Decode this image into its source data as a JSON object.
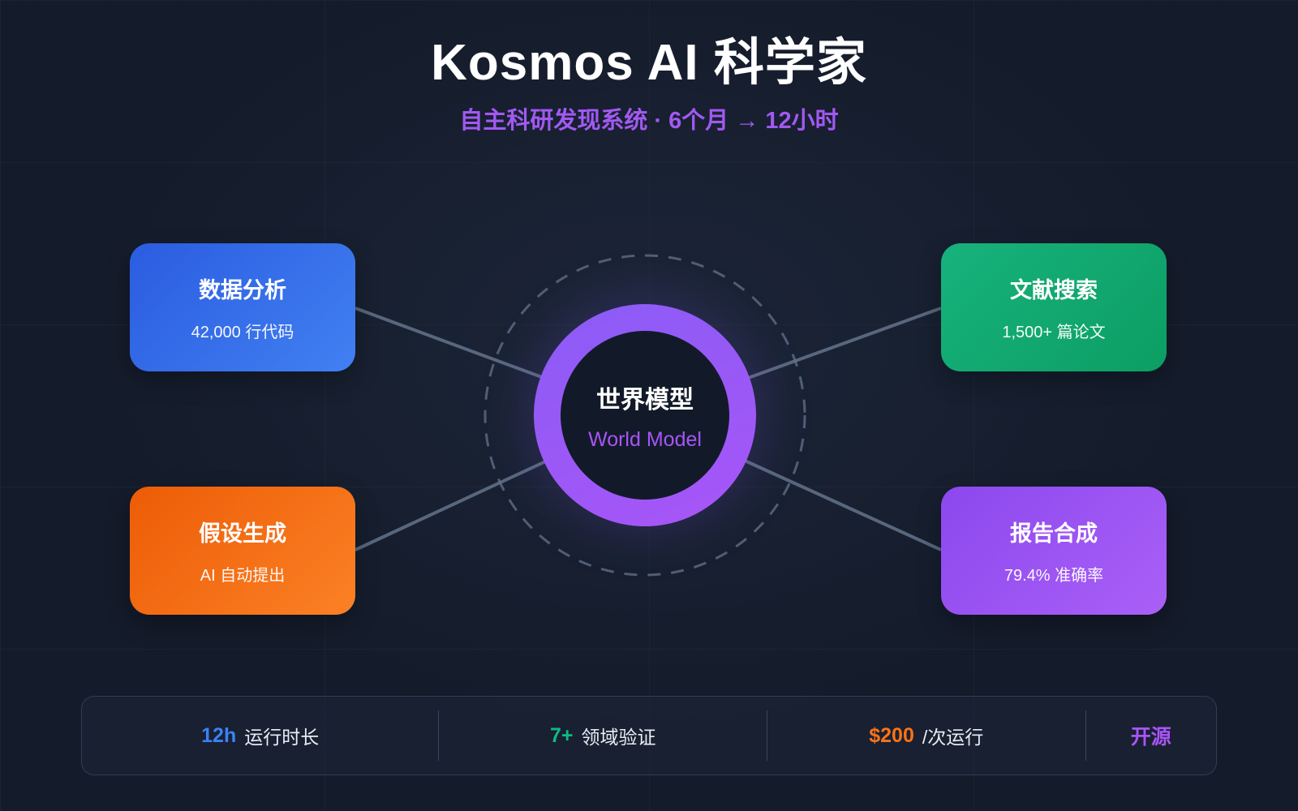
{
  "header": {
    "title": "Kosmos AI 科学家",
    "subtitle": "自主科研发现系统 · 6个月 → 12小时",
    "subtitle_color": "#a259f2"
  },
  "center": {
    "title": "世界模型",
    "subtitle": "World Model",
    "subtitle_color": "#a855f7",
    "ring_color_start": "#8b5cf6",
    "ring_color_end": "#a855f7"
  },
  "cards": [
    {
      "title": "数据分析",
      "subtitle": "42,000 行代码",
      "color_start": "#2b5ce0",
      "color_end": "#4180f2"
    },
    {
      "title": "文献搜索",
      "subtitle": "1,500+ 篇论文",
      "color_start": "#17b27d",
      "color_end": "#0c9e63"
    },
    {
      "title": "假设生成",
      "subtitle": "AI 自动提出",
      "color_start": "#ed5c07",
      "color_end": "#fb8125"
    },
    {
      "title": "报告合成",
      "subtitle": "79.4% 准确率",
      "color_start": "#8c48ee",
      "color_end": "#aa60f7"
    }
  ],
  "stats": [
    {
      "value": "12h",
      "label": "运行时长",
      "color": "#3b82f6"
    },
    {
      "value": "7+",
      "label": "领域验证",
      "color": "#10b981"
    },
    {
      "value": "$200",
      "label": "/次运行",
      "color": "#f97316"
    },
    {
      "value": "开源",
      "label": "",
      "color": "#a855f7"
    }
  ],
  "diagram": {
    "line_color": "#64748b",
    "dashed_circle_color": "#64748b"
  }
}
